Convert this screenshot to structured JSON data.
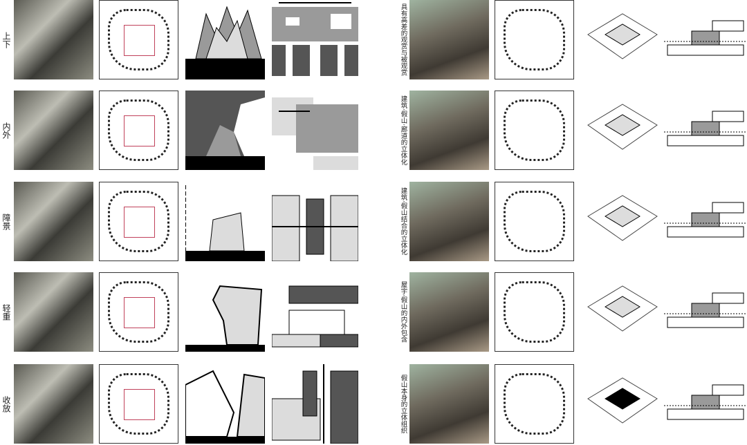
{
  "left_rows": [
    {
      "label": "上下"
    },
    {
      "label": "内外"
    },
    {
      "label": "障景"
    },
    {
      "label": "轻重"
    },
    {
      "label": "收放"
    }
  ],
  "right_rows": [
    {
      "label": "具有高差的观赏与被观赏"
    },
    {
      "label": "建筑·假山·廊道的立体化"
    },
    {
      "label": "建筑·假山结合的立体化"
    },
    {
      "label": "屋宇·假山的内外包含"
    },
    {
      "label": "假山本身的立体组织"
    }
  ],
  "colors": {
    "dark": "#555555",
    "mid": "#9a9a9a",
    "light": "#dcdcdc",
    "black": "#000000",
    "highlight": "#c0405a"
  }
}
